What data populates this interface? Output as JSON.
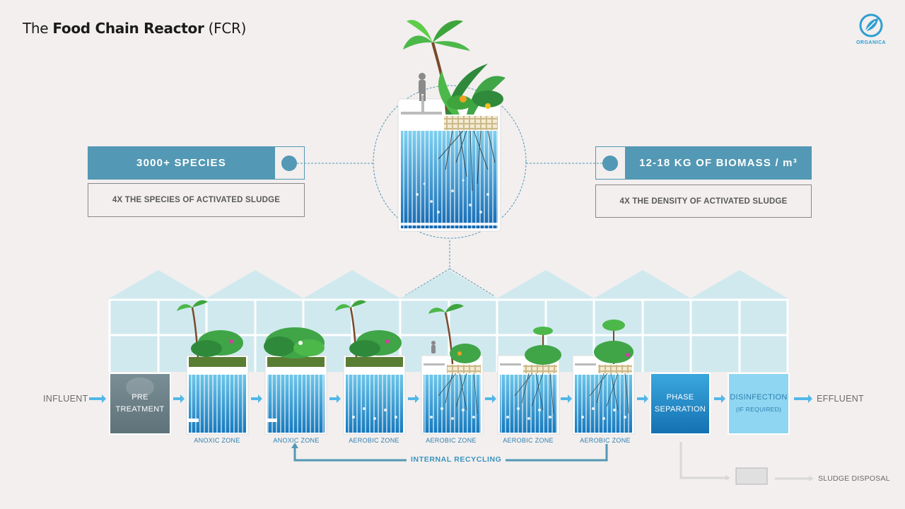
{
  "header": {
    "title_prefix": "The",
    "title_bold": "Food Chain Reactor",
    "title_suffix": "(FCR)",
    "logo_text": "ORGANICA"
  },
  "stats": {
    "left": {
      "headline": "3000+ SPECIES",
      "subtext": "4X THE SPECIES OF ACTIVATED SLUDGE"
    },
    "right": {
      "headline": "12-18 KG OF BIOMASS / m³",
      "subtext": "4X THE DENSITY OF ACTIVATED SLUDGE"
    }
  },
  "process": {
    "influent": "INFLUENT",
    "effluent": "EFFLUENT",
    "pre_treatment": [
      "PRE",
      "TREATMENT"
    ],
    "phase_separation": [
      "PHASE",
      "SEPARATION"
    ],
    "disinfection": [
      "DISINFECTION",
      "(IF REQUIRED)"
    ],
    "zones": [
      "ANOXIC ZONE",
      "ANOXIC ZONE",
      "AEROBIC ZONE",
      "AEROBIC ZONE",
      "AEROBIC ZONE",
      "AEROBIC ZONE"
    ],
    "internal_recycling": "INTERNAL RECYCLING",
    "sludge_disposal": "SLUDGE DISPOSAL"
  },
  "colors": {
    "accent_blue": "#5398b4",
    "water_blue": "#1f8fd0",
    "greenhouse": "#bfe3ea",
    "plant_green": "#3a9a3a"
  }
}
